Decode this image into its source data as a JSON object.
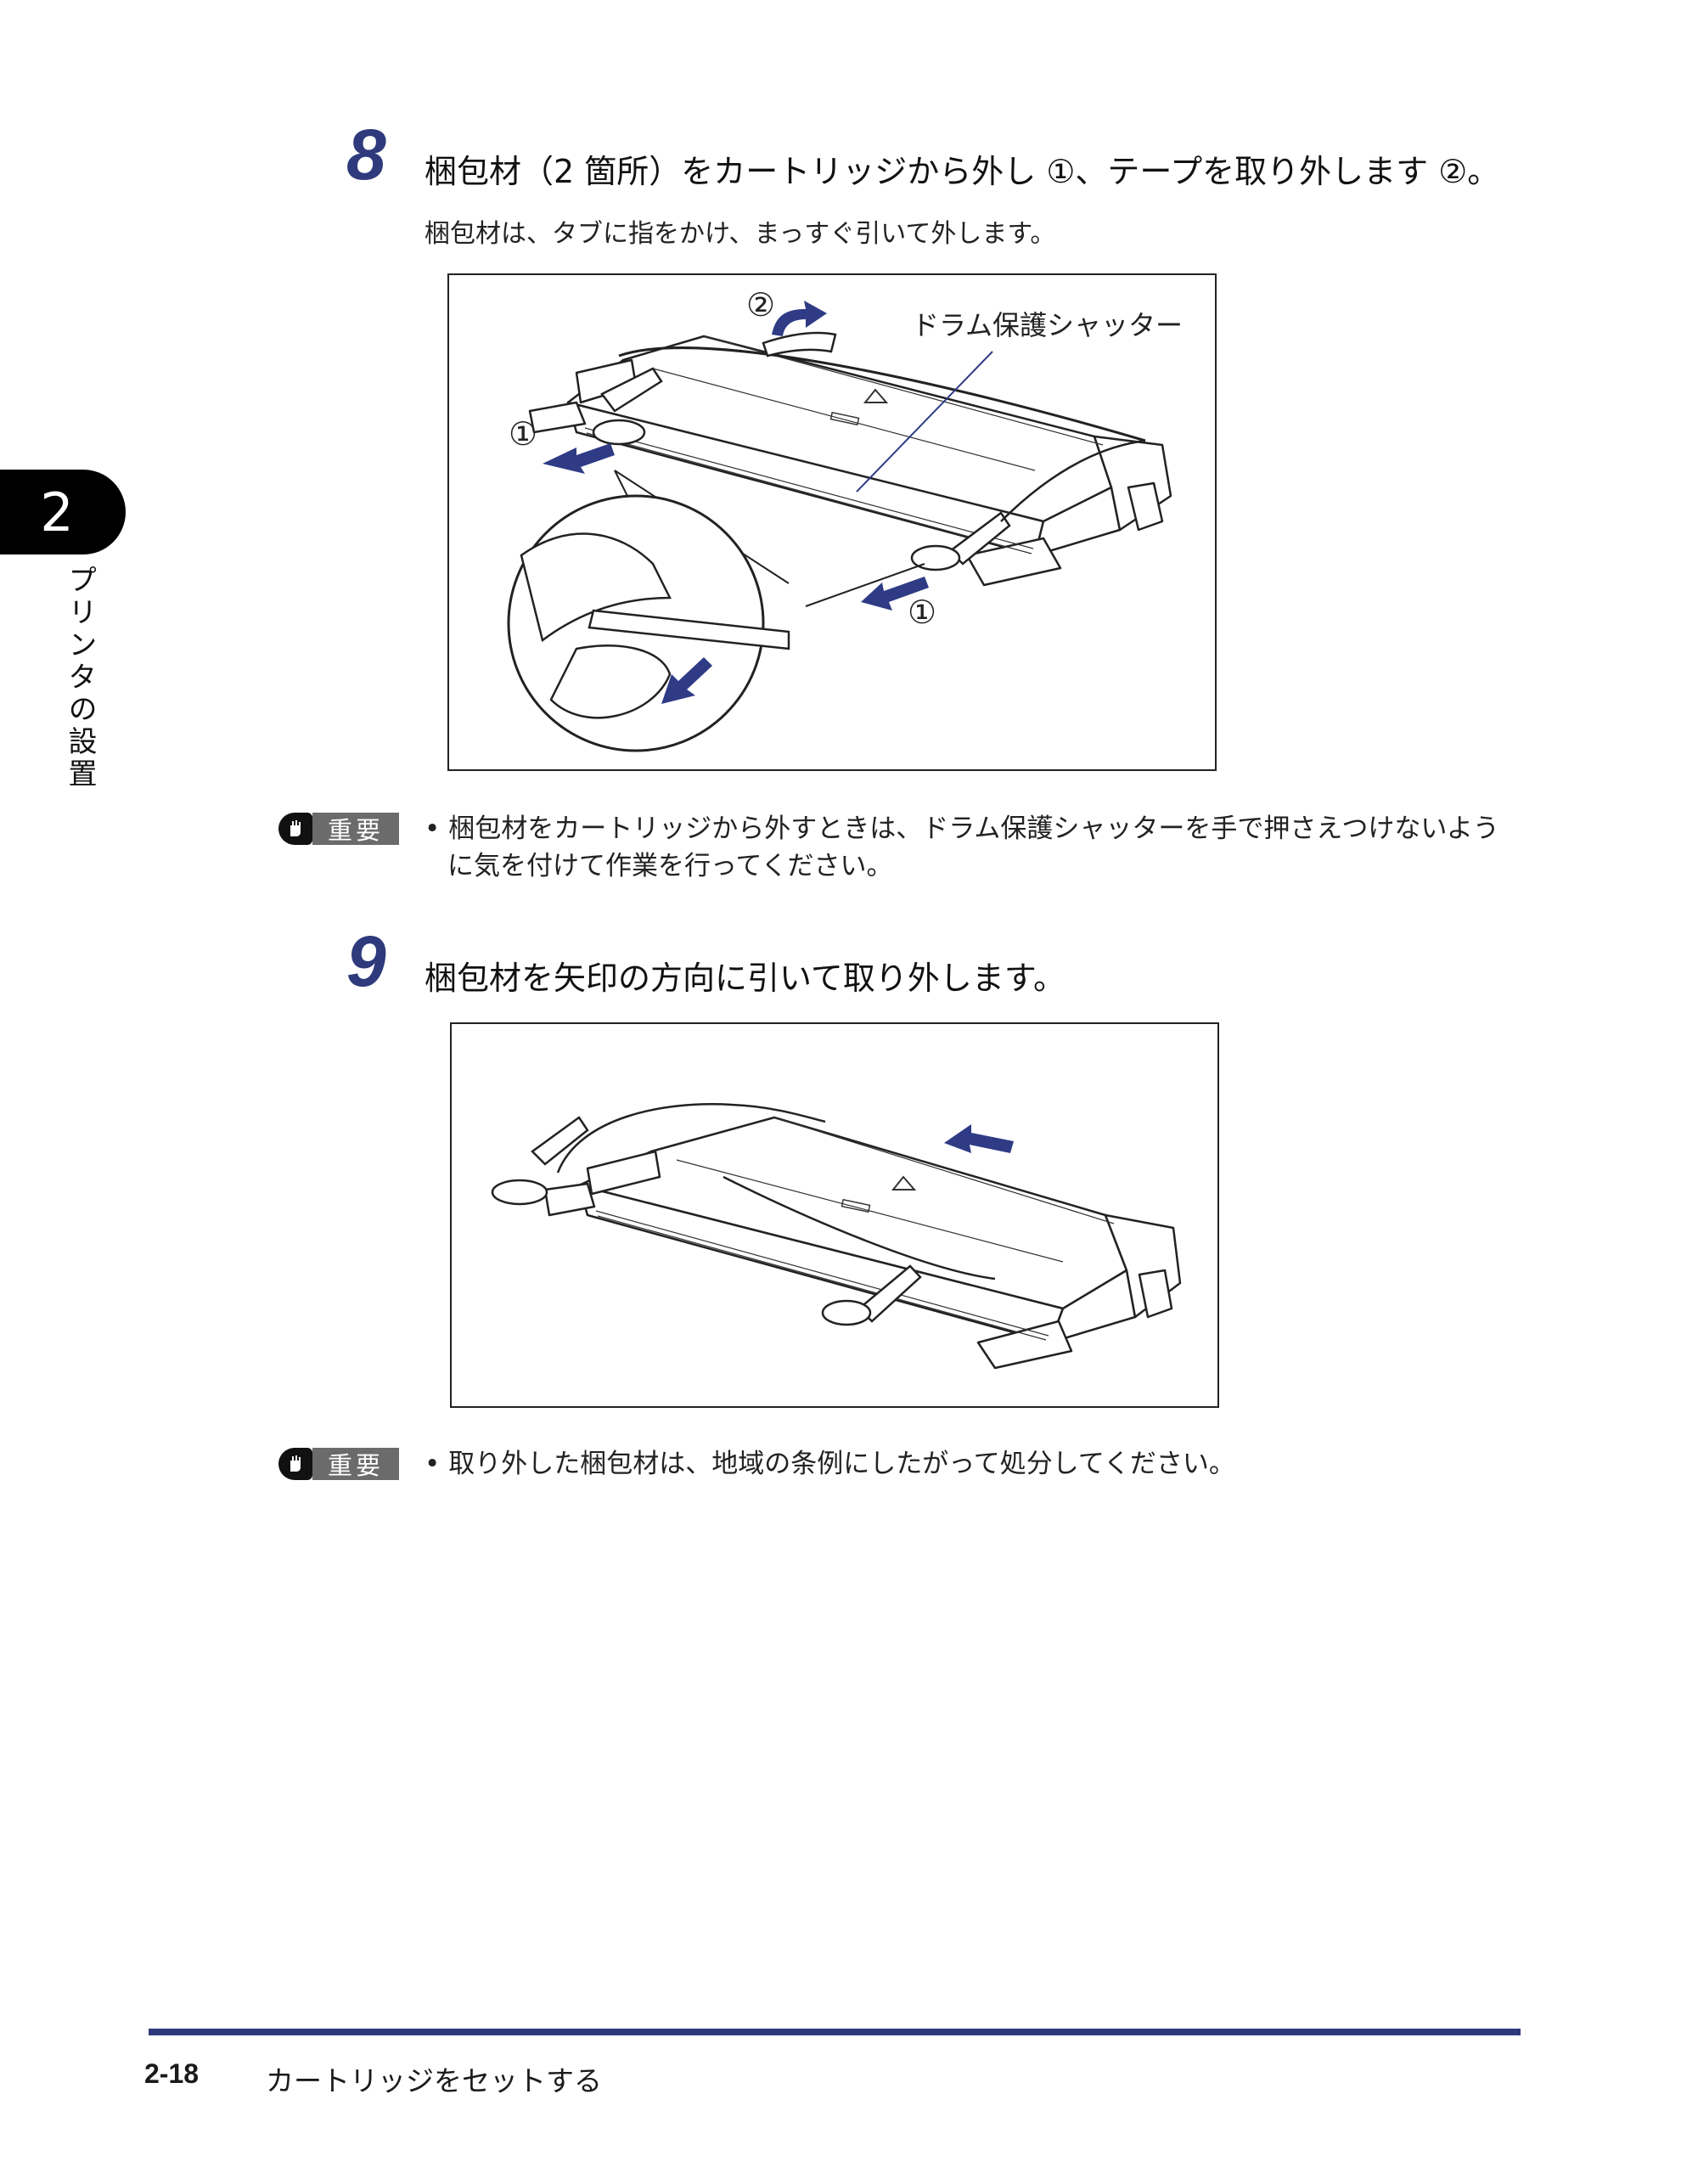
{
  "side": {
    "chapter_number": "2",
    "chapter_title": "プリンタの設置"
  },
  "step8": {
    "number": "8",
    "title": "梱包材（2 箇所）をカートリッジから外し ①、テープを取り外します ②。",
    "subtitle": "梱包材は、タブに指をかけ、まっすぐ引いて外します。",
    "figure": {
      "callout_2": "②",
      "callout_1a": "①",
      "callout_1b": "①",
      "label_shutter": "ドラム保護シャッター"
    }
  },
  "important1": {
    "badge": "重要",
    "bullet": "•",
    "line1": "梱包材をカートリッジから外すときは、ドラム保護シャッターを手で押さえつけないよう",
    "line2": "に気を付けて作業を行ってください。"
  },
  "step9": {
    "number": "9",
    "title": "梱包材を矢印の方向に引いて取り外します。"
  },
  "important2": {
    "badge": "重要",
    "bullet": "•",
    "line1": "取り外した梱包材は、地域の条例にしたがって処分してください。"
  },
  "footer": {
    "page": "2-18",
    "title": "カートリッジをセットする"
  },
  "colors": {
    "accent": "#2e3a7c",
    "arrow": "#2f3b85"
  }
}
